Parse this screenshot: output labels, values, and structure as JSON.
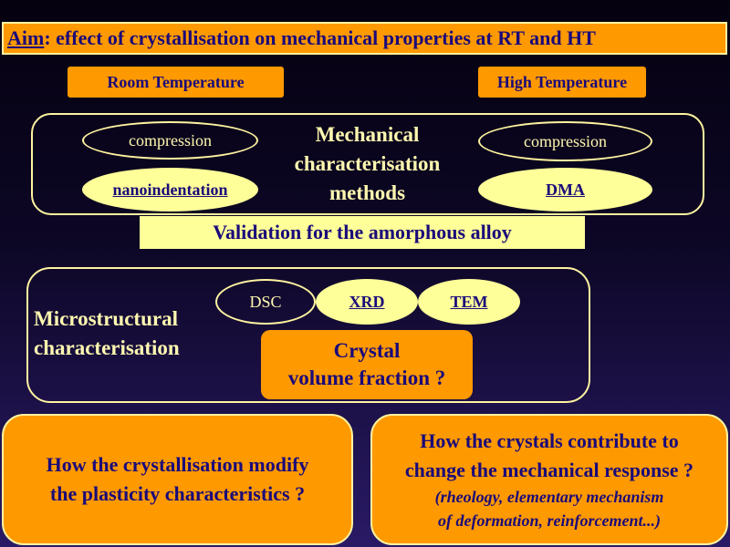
{
  "aim": {
    "label": "Aim",
    "text": ": effect of crystallisation on mechanical properties at RT and HT"
  },
  "room_temperature": "Room Temperature",
  "high_temperature": "High Temperature",
  "mechanical": {
    "title_lines": [
      "Mechanical",
      "characterisation",
      "methods"
    ],
    "rt_methods": [
      "compression",
      "nanoindentation"
    ],
    "ht_methods": [
      "compression",
      "DMA"
    ]
  },
  "validation": "Validation for the amorphous alloy",
  "microstructural": {
    "title_lines": [
      "Microstructural",
      "characterisation"
    ],
    "techniques": [
      "DSC",
      "XRD",
      "TEM"
    ],
    "crystal_lines": [
      "Crystal",
      "volume fraction ?"
    ]
  },
  "question_left": [
    "How the crystallisation modify",
    "the plasticity characteristics ?"
  ],
  "question_right": {
    "lines": [
      "How the crystals contribute to",
      "change the mechanical response ?"
    ],
    "sub_lines": [
      "(rheology, elementary mechanism",
      "of deformation, reinforcement...)"
    ]
  },
  "colors": {
    "orange": "#ff9900",
    "yellow": "#ffff99",
    "text_dark": "#1a0a7a",
    "text_light": "#fff8b0"
  }
}
